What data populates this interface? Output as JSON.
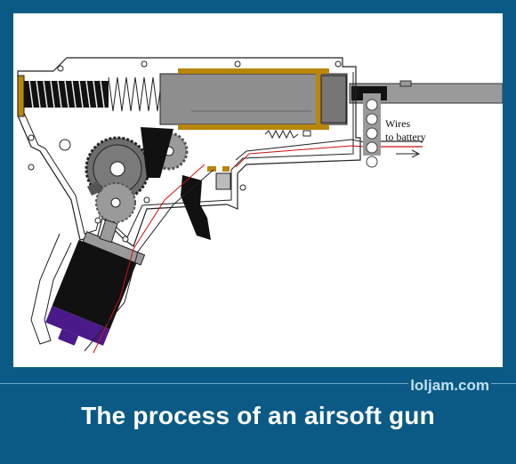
{
  "diagram": {
    "wires_label_line1": "Wires",
    "wires_label_line2": "to battery"
  },
  "footer": {
    "site": "loljam.com",
    "caption": "The process of an airsoft gun"
  },
  "colors": {
    "background": "#0b5a86",
    "panel": "#ffffff",
    "cylinder_gold": "#b8860b",
    "motor_purple": "#4b1a8a",
    "wire_red": "#cc1111"
  }
}
